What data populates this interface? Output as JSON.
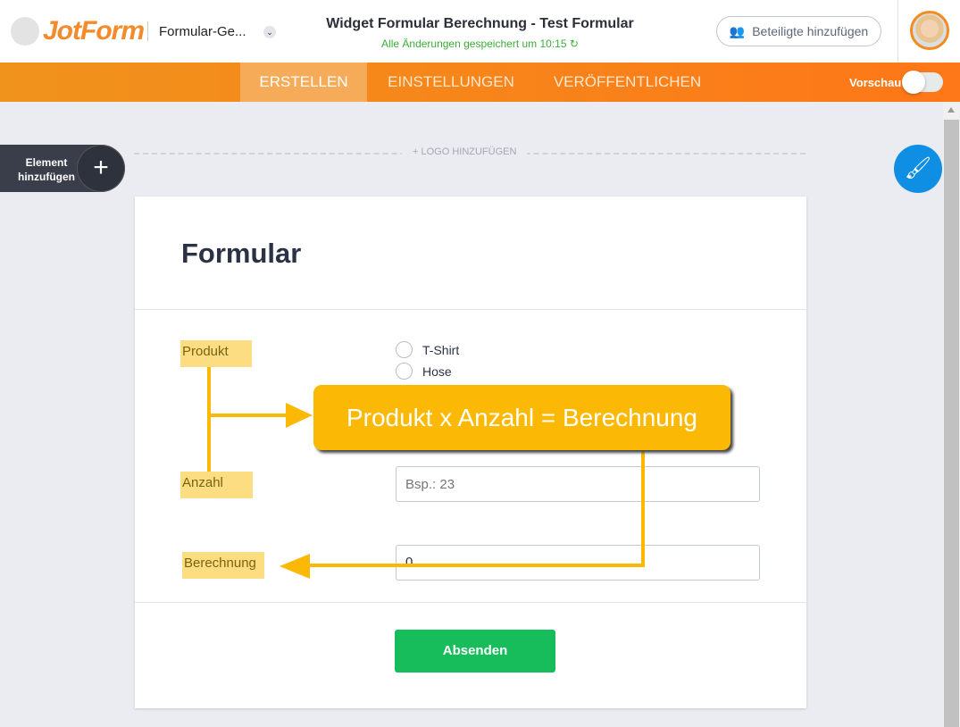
{
  "header": {
    "logo": "JotForm",
    "form_name": "Formular-Ge...",
    "title": "Widget Formular Berechnung - Test Formular",
    "saved_status": "Alle Änderungen gespeichert um 10:15",
    "share_button": "Beteiligte hinzufügen"
  },
  "nav": {
    "tabs": [
      {
        "label": "ERSTELLEN",
        "active": true
      },
      {
        "label": "EINSTELLUNGEN"
      },
      {
        "label": "VERÖFFENTLICHEN"
      }
    ],
    "preview_label": "Vorschau",
    "preview_on": false
  },
  "builder": {
    "add_element": "Element hinzufügen",
    "add_logo": "+ LOGO HINZUFÜGEN"
  },
  "form": {
    "title": "Formular",
    "fields": [
      {
        "label": "Produkt",
        "options": [
          "T-Shirt",
          "Hose"
        ]
      },
      {
        "label": "Anzahl",
        "placeholder": "Bsp.: 23"
      },
      {
        "label": "Berechnung",
        "value": "0"
      }
    ],
    "submit": "Absenden"
  },
  "annotation": {
    "text": "Produkt x Anzahl = Berechnung",
    "color": "#fbb905"
  }
}
